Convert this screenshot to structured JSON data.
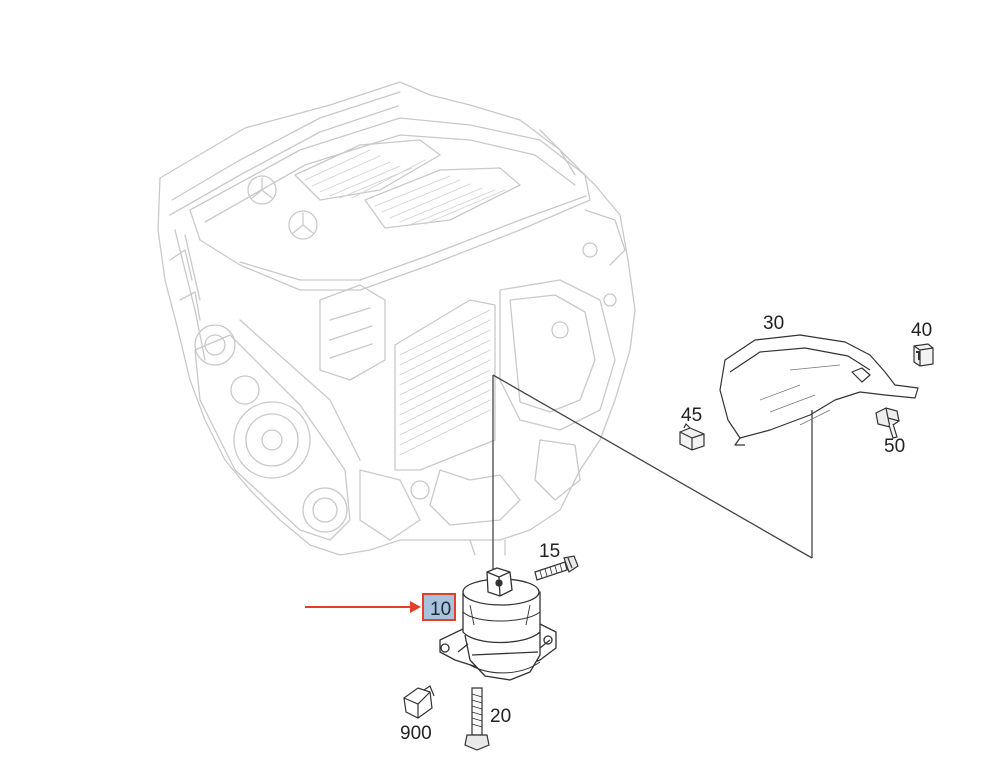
{
  "diagram": {
    "callouts": {
      "c10": "10",
      "c15": "15",
      "c20": "20",
      "c30": "30",
      "c40": "40",
      "c45": "45",
      "c50": "50",
      "c900": "900"
    },
    "highlighted_callout": "10",
    "colors": {
      "line_art": "#c8c8c8",
      "part_outline": "#333333",
      "highlight_fill": "#a9c3dc",
      "highlight_border": "#e2402a",
      "arrow": "#e2402a"
    }
  }
}
